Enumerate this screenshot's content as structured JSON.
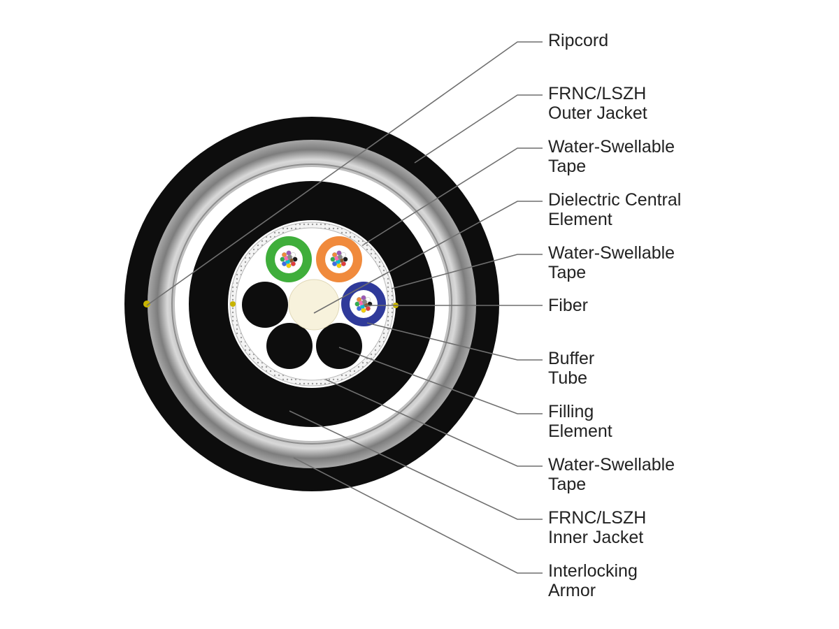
{
  "colors": {
    "outer_jacket": "#0d0d0d",
    "armor_light": "#d9d9d9",
    "armor_mid": "#a8a8a8",
    "armor_dark": "#7d7d7d",
    "tape": "#ffffff",
    "inner_jacket": "#0d0d0d",
    "core_background": "#ffffff",
    "central_element": "#f7f2dc",
    "tube_green": "#3fae3b",
    "tube_orange": "#f08a3c",
    "tube_blue": "#2f3a9a",
    "filler": "#0d0d0d",
    "ripcord": "#c8b400",
    "leader_line": "#6f6f6f"
  },
  "fiber_colors": [
    "#1a1a1a",
    "#e23d3d",
    "#f5d000",
    "#3d6de2",
    "#2fae4f",
    "#f08a3c",
    "#9b59b6",
    "#ffffff",
    "#8b5a2b",
    "#00bcd4",
    "#ff69b4",
    "#888888"
  ],
  "labels": [
    {
      "lines": [
        "Ripcord"
      ]
    },
    {
      "lines": [
        "FRNC/LSZH",
        "Outer Jacket"
      ]
    },
    {
      "lines": [
        "Water-Swellable",
        "Tape"
      ]
    },
    {
      "lines": [
        "Dielectric Central",
        "Element"
      ]
    },
    {
      "lines": [
        "Water-Swellable",
        "Tape"
      ]
    },
    {
      "lines": [
        "Fiber"
      ]
    },
    {
      "lines": [
        "Buffer",
        "Tube"
      ]
    },
    {
      "lines": [
        "Filling",
        "Element"
      ]
    },
    {
      "lines": [
        "Water-Swellable",
        "Tape"
      ]
    },
    {
      "lines": [
        "FRNC/LSZH",
        "Inner Jacket"
      ]
    },
    {
      "lines": [
        "Interlocking",
        "Armor"
      ]
    }
  ]
}
